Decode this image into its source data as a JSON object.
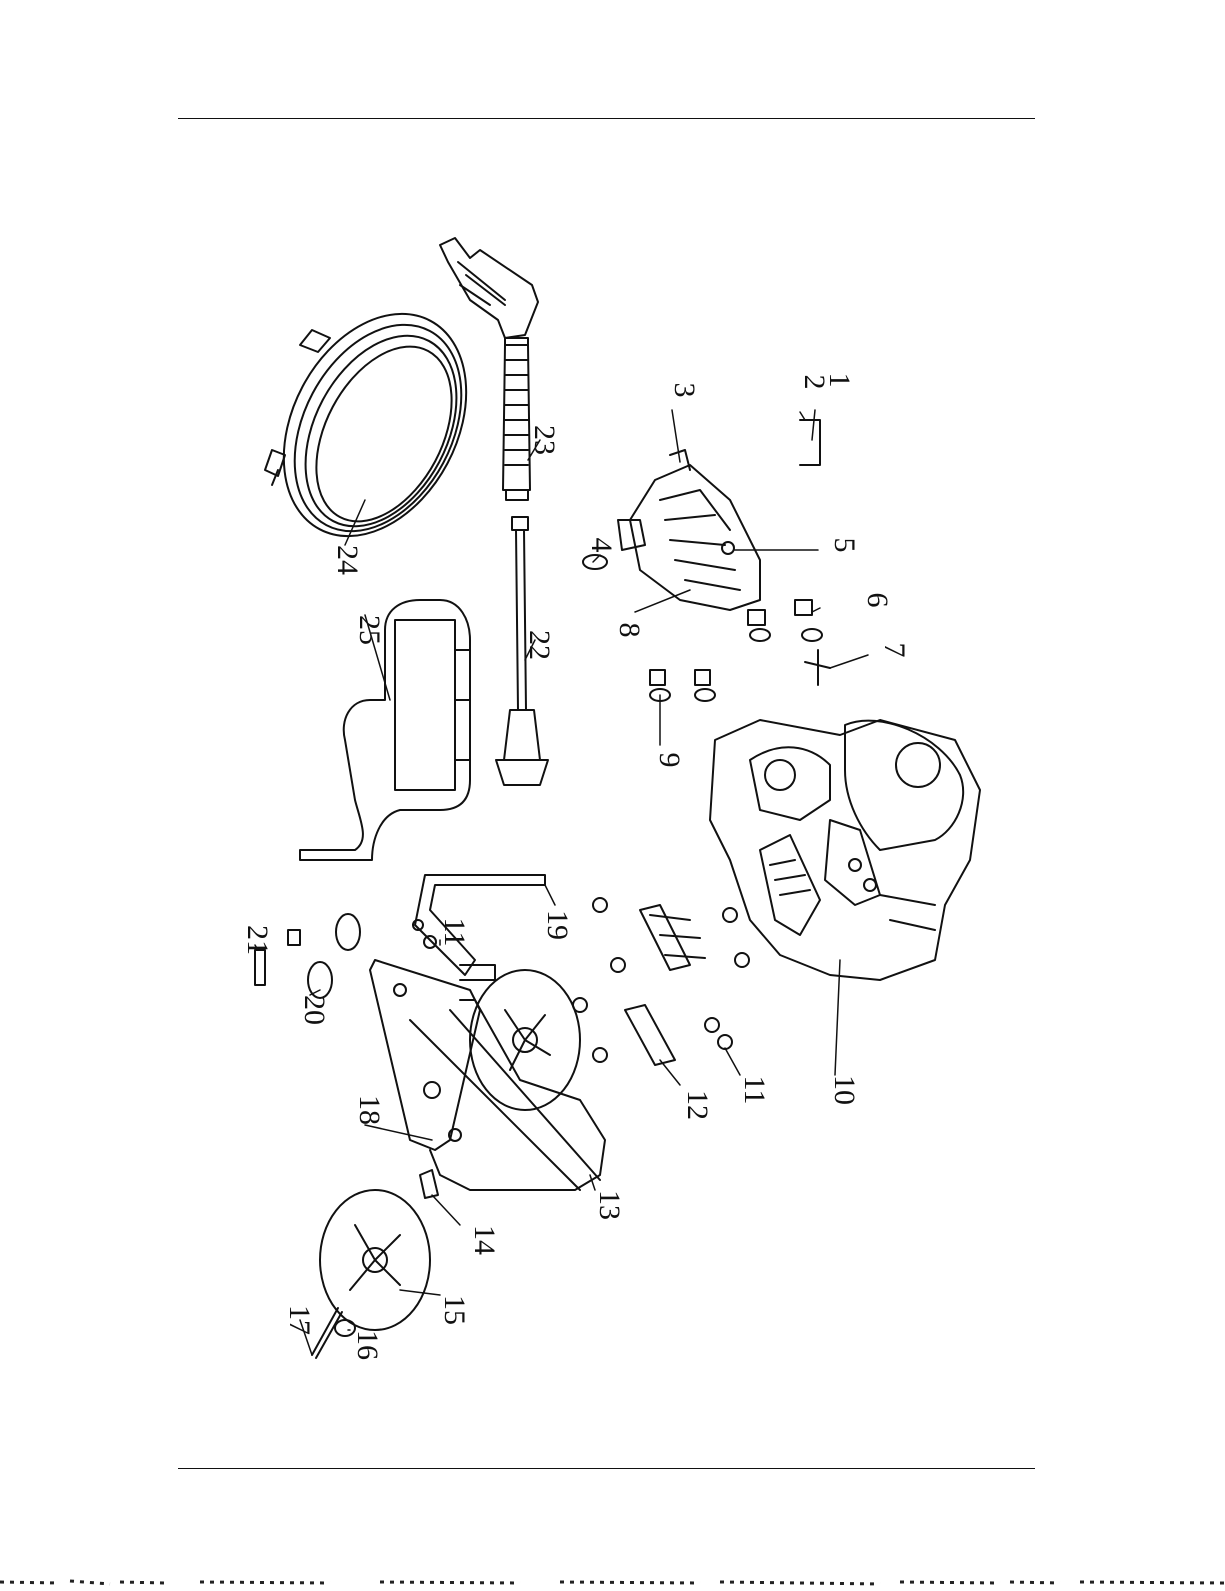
{
  "callouts": [
    {
      "number": "1"
    },
    {
      "number": "2"
    },
    {
      "number": "3"
    },
    {
      "number": "4"
    },
    {
      "number": "5"
    },
    {
      "number": "6"
    },
    {
      "number": "7"
    },
    {
      "number": "8"
    },
    {
      "number": "9"
    },
    {
      "number": "10"
    },
    {
      "number": "11"
    },
    {
      "number": "11"
    },
    {
      "number": "12"
    },
    {
      "number": "13"
    },
    {
      "number": "14"
    },
    {
      "number": "15"
    },
    {
      "number": "16"
    },
    {
      "number": "17"
    },
    {
      "number": "18"
    },
    {
      "number": "19"
    },
    {
      "number": "20"
    },
    {
      "number": "21"
    },
    {
      "number": "22"
    },
    {
      "number": "23"
    },
    {
      "number": "24"
    },
    {
      "number": "25"
    }
  ],
  "parts": [
    {
      "part": "pressure-washer-gun",
      "label_ref": "23"
    },
    {
      "part": "high-pressure-hose",
      "label_ref": "24"
    },
    {
      "part": "extension-wand",
      "label_ref": "22"
    },
    {
      "part": "handle",
      "label_ref": "25"
    },
    {
      "part": "pump",
      "label_ref": "8"
    },
    {
      "part": "engine",
      "label_ref": "10"
    },
    {
      "part": "frame",
      "label_ref": "13"
    },
    {
      "part": "wheel",
      "label_ref": "15"
    }
  ]
}
